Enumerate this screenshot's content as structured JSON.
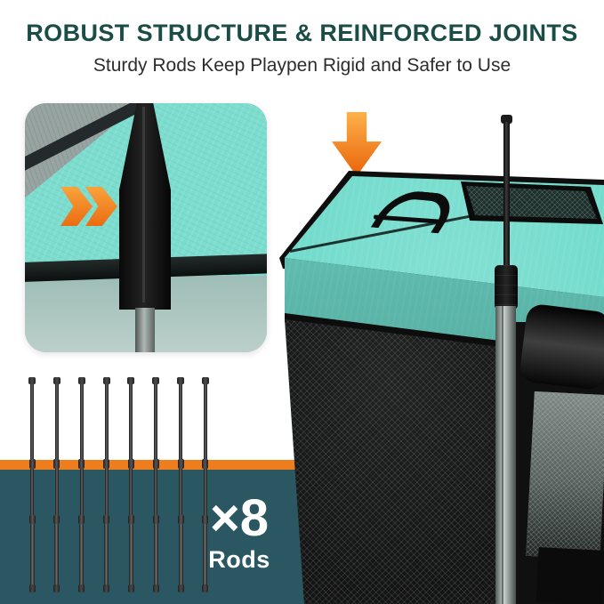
{
  "header": {
    "title": "ROBUST STRUCTURE & REINFORCED JOINTS",
    "subtitle": "Sturdy Rods Keep Playpen Rigid and Safer to Use"
  },
  "rods_callout": {
    "count_label": "×8",
    "unit_label": "Rods",
    "rod_count": 8
  },
  "colors": {
    "title_text": "#1B4D47",
    "teal_fabric": "#74DCCD",
    "dark_background": "#2A5761",
    "accent_orange": "#EE7D1D"
  },
  "icons": {
    "down_arrow": "down-arrow-icon",
    "detail_pointer": "chevron-right-icon"
  }
}
